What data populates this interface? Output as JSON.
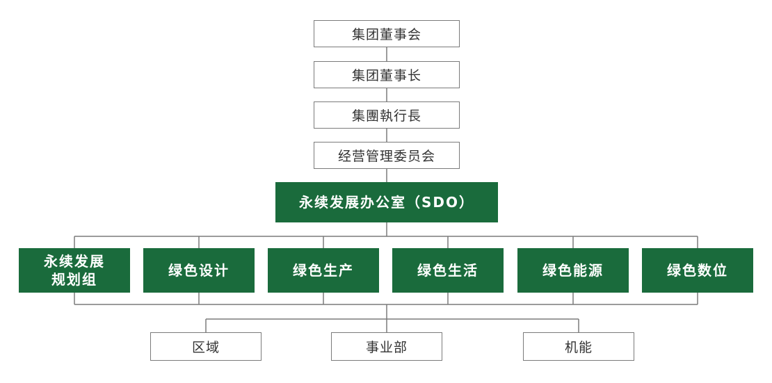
{
  "leadership": [
    {
      "id": "board",
      "label": "集团董事会"
    },
    {
      "id": "chairman",
      "label": "集团董事长"
    },
    {
      "id": "ceo",
      "label": "集團執行長"
    },
    {
      "id": "management_committee",
      "label": "经营管理委员会"
    }
  ],
  "sdo": {
    "label": "永续发展办公室（SDO）"
  },
  "groups": [
    {
      "id": "planning",
      "label_line1": "永续发展",
      "label_line2": "规划组"
    },
    {
      "id": "green_design",
      "label_line1": "绿色设计"
    },
    {
      "id": "green_production",
      "label_line1": "绿色生产"
    },
    {
      "id": "green_living",
      "label_line1": "绿色生活"
    },
    {
      "id": "green_energy",
      "label_line1": "绿色能源"
    },
    {
      "id": "green_digital",
      "label_line1": "绿色数位"
    }
  ],
  "units": [
    {
      "id": "region",
      "label": "区域"
    },
    {
      "id": "business_unit",
      "label": "事业部"
    },
    {
      "id": "function",
      "label": "机能"
    }
  ],
  "colors": {
    "brand_green": "#1a6b3c",
    "box_border": "#7a7a7a",
    "connector": "#7a7a7a"
  }
}
